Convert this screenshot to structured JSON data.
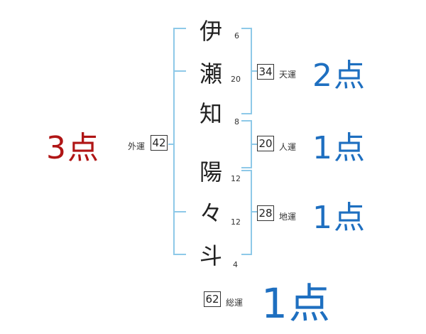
{
  "name_chars": [
    {
      "char": "伊",
      "strokes": "6"
    },
    {
      "char": "瀬",
      "strokes": "20"
    },
    {
      "char": "知",
      "strokes": "8"
    },
    {
      "char": "陽",
      "strokes": "12"
    },
    {
      "char": "々",
      "strokes": "12"
    },
    {
      "char": "斗",
      "strokes": "4"
    }
  ],
  "fortunes": {
    "ten": {
      "value": "34",
      "label": "天運",
      "score": "2点"
    },
    "jin": {
      "value": "20",
      "label": "人運",
      "score": "1点"
    },
    "chi": {
      "value": "28",
      "label": "地運",
      "score": "1点"
    },
    "gai": {
      "value": "42",
      "label": "外運",
      "score": "3点"
    },
    "sou": {
      "value": "62",
      "label": "総運",
      "score": "1点"
    }
  },
  "colors": {
    "bracket": "#8ec9e8",
    "score_blue": "#1e6fc0",
    "score_red": "#b01515"
  }
}
